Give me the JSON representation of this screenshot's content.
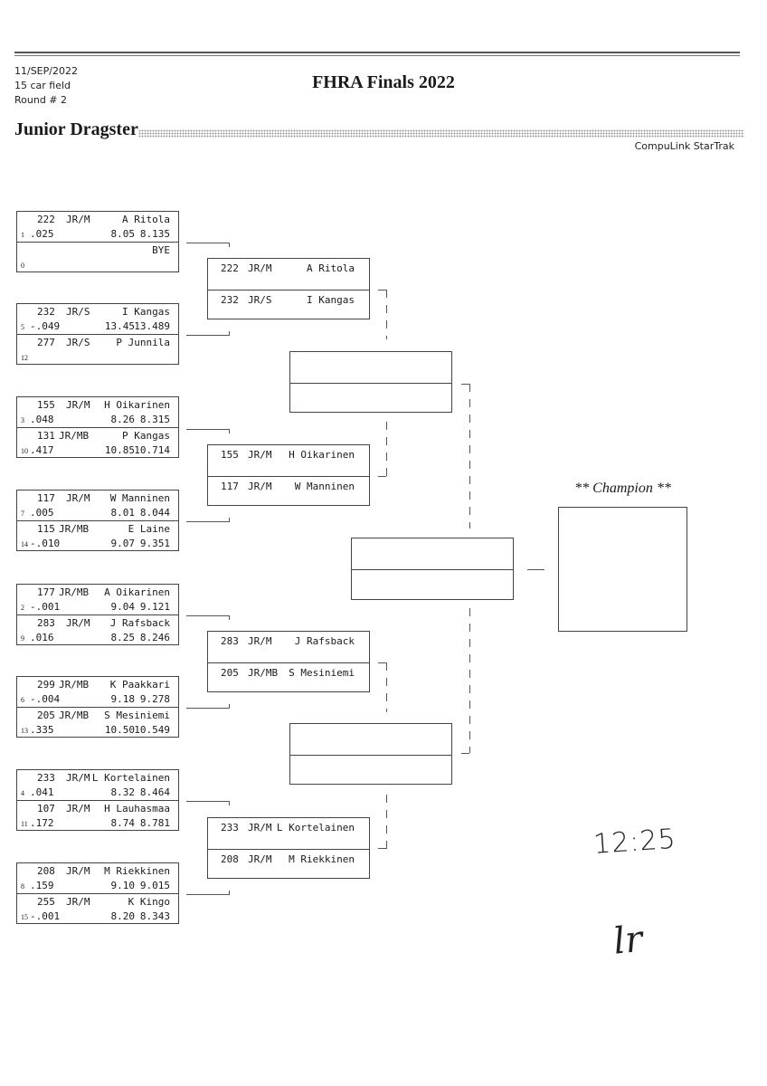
{
  "header": {
    "date": "11/SEP/2022",
    "field": "15 car field",
    "round": "Round # 2",
    "event_title": "FHRA Finals 2022",
    "class_title": "Junior Dragster",
    "software": "CompuLink StarTrak"
  },
  "round1": [
    {
      "lanes": [
        {
          "number": "222",
          "class": "JR/M",
          "driver": "A Ritola",
          "seed": "1",
          "rt": ".025",
          "dial": "8.05",
          "et": "8.135"
        },
        {
          "number": "",
          "class": "",
          "driver": "BYE",
          "seed": "0",
          "rt": "",
          "dial": "",
          "et": ""
        }
      ]
    },
    {
      "lanes": [
        {
          "number": "232",
          "class": "JR/S",
          "driver": "I Kangas",
          "seed": "5",
          "rt": "-.049",
          "dial": "13.45",
          "et": "13.489"
        },
        {
          "number": "277",
          "class": "JR/S",
          "driver": "P Junnila",
          "seed": "12",
          "rt": "",
          "dial": "",
          "et": ""
        }
      ]
    },
    {
      "lanes": [
        {
          "number": "155",
          "class": "JR/M",
          "driver": "H Oikarinen",
          "seed": "3",
          "rt": ".048",
          "dial": "8.26",
          "et": "8.315"
        },
        {
          "number": "131",
          "class": "JR/MB",
          "driver": "P Kangas",
          "seed": "10",
          "rt": ".417",
          "dial": "10.85",
          "et": "10.714"
        }
      ]
    },
    {
      "lanes": [
        {
          "number": "117",
          "class": "JR/M",
          "driver": "W Manninen",
          "seed": "7",
          "rt": ".005",
          "dial": "8.01",
          "et": "8.044"
        },
        {
          "number": "115",
          "class": "JR/MB",
          "driver": "E Laine",
          "seed": "14",
          "rt": "-.010",
          "dial": "9.07",
          "et": "9.351"
        }
      ]
    },
    {
      "lanes": [
        {
          "number": "177",
          "class": "JR/MB",
          "driver": "A Oikarinen",
          "seed": "2",
          "rt": "-.001",
          "dial": "9.04",
          "et": "9.121"
        },
        {
          "number": "283",
          "class": "JR/M",
          "driver": "J Rafsback",
          "seed": "9",
          "rt": ".016",
          "dial": "8.25",
          "et": "8.246"
        }
      ]
    },
    {
      "lanes": [
        {
          "number": "299",
          "class": "JR/MB",
          "driver": "K Paakkari",
          "seed": "6",
          "rt": "-.004",
          "dial": "9.18",
          "et": "9.278"
        },
        {
          "number": "205",
          "class": "JR/MB",
          "driver": "S Mesiniemi",
          "seed": "13",
          "rt": ".335",
          "dial": "10.50",
          "et": "10.549"
        }
      ]
    },
    {
      "lanes": [
        {
          "number": "233",
          "class": "JR/M",
          "driver": "L Kortelainen",
          "seed": "4",
          "rt": ".041",
          "dial": "8.32",
          "et": "8.464"
        },
        {
          "number": "107",
          "class": "JR/M",
          "driver": "H Lauhasmaa",
          "seed": "11",
          "rt": ".172",
          "dial": "8.74",
          "et": "8.781"
        }
      ]
    },
    {
      "lanes": [
        {
          "number": "208",
          "class": "JR/M",
          "driver": "M Riekkinen",
          "seed": "8",
          "rt": ".159",
          "dial": "9.10",
          "et": "9.015"
        },
        {
          "number": "255",
          "class": "JR/M",
          "driver": "K Kingo",
          "seed": "15",
          "rt": "-.001",
          "dial": "8.20",
          "et": "8.343"
        }
      ]
    }
  ],
  "round2": [
    {
      "lanes": [
        {
          "number": "222",
          "class": "JR/M",
          "driver": "A Ritola"
        },
        {
          "number": "232",
          "class": "JR/S",
          "driver": "I Kangas"
        }
      ]
    },
    {
      "lanes": [
        {
          "number": "155",
          "class": "JR/M",
          "driver": "H Oikarinen"
        },
        {
          "number": "117",
          "class": "JR/M",
          "driver": "W Manninen"
        }
      ]
    },
    {
      "lanes": [
        {
          "number": "283",
          "class": "JR/M",
          "driver": "J Rafsback"
        },
        {
          "number": "205",
          "class": "JR/MB",
          "driver": "S Mesiniemi"
        }
      ]
    },
    {
      "lanes": [
        {
          "number": "233",
          "class": "JR/M",
          "driver": "L Kortelainen"
        },
        {
          "number": "208",
          "class": "JR/M",
          "driver": "M Riekkinen"
        }
      ]
    }
  ],
  "champion": {
    "label": "** Champion **"
  },
  "handwritten": {
    "time": "12:25",
    "initials": "lr"
  }
}
